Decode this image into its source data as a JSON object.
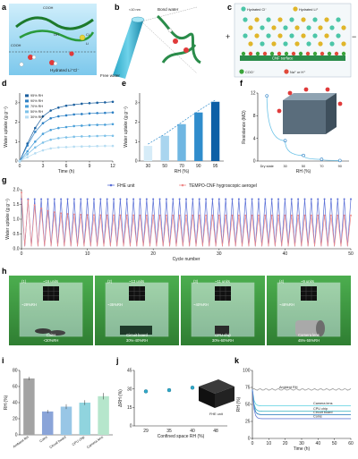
{
  "panel_labels": [
    "a",
    "b",
    "c",
    "d",
    "e",
    "f",
    "g",
    "h",
    "i",
    "j",
    "k"
  ],
  "panel_a": {
    "labels": [
      "COOH",
      "COOH",
      "OH",
      "Cl",
      "Li",
      "Hydrated Li⁺Cl⁻"
    ]
  },
  "panel_b": {
    "labels": [
      "<10 nm",
      "Bond water",
      "Free water"
    ]
  },
  "panel_c": {
    "legend": [
      "Hydrated Cl⁻",
      "Hydrated Li⁺",
      "COO⁻",
      "Na⁺ or H⁺"
    ],
    "surface_label": "CNF surface",
    "plus": "+",
    "minus": "−"
  },
  "panel_h": {
    "units": [
      "~16 units",
      "~13 units",
      "~11 units",
      "~9 units"
    ],
    "rh": [
      "~29%RH",
      "~35%RH",
      "~40%RH",
      "~48%RH"
    ],
    "numbers": [
      "(1)",
      "(2)",
      "(3)",
      "(4)"
    ],
    "captions": [
      [
        "Coins",
        "<30%RH"
      ],
      [
        "Circuit board",
        "30%-40%RH"
      ],
      [
        "CPU chip",
        "30%-60%RH"
      ],
      [
        "Camera lens",
        "45%-55%RH"
      ]
    ]
  },
  "panel_j": {
    "inset_label": "FHE unit"
  },
  "chart_data": [
    {
      "panel": "d",
      "type": "line",
      "xlabel": "Time (h)",
      "ylabel": "Water uptake (g g⁻¹)",
      "xlim": [
        0,
        12
      ],
      "ylim": [
        0,
        3.5
      ],
      "xticks": [
        "0",
        "3",
        "6",
        "9",
        "12"
      ],
      "yticks": [
        "0",
        "1",
        "2",
        "3"
      ],
      "series": [
        {
          "name": "95% RH",
          "color": "#1b5f9e",
          "x": [
            0,
            1,
            2,
            3,
            4,
            5,
            6,
            7,
            8,
            9,
            10,
            11,
            12
          ],
          "y": [
            0,
            0.9,
            1.7,
            2.3,
            2.6,
            2.75,
            2.85,
            2.9,
            2.95,
            2.98,
            3.0,
            3.02,
            3.05
          ]
        },
        {
          "name": "90% RH",
          "color": "#2b7fc4",
          "x": [
            0,
            1,
            2,
            3,
            4,
            5,
            6,
            7,
            8,
            9,
            10,
            11,
            12
          ],
          "y": [
            0,
            0.8,
            1.5,
            1.95,
            2.2,
            2.3,
            2.35,
            2.4,
            2.42,
            2.45,
            2.47,
            2.48,
            2.5
          ]
        },
        {
          "name": "70% RH",
          "color": "#4a9fd8",
          "x": [
            0,
            1,
            2,
            3,
            4,
            5,
            6,
            7,
            8,
            9,
            10,
            11,
            12
          ],
          "y": [
            0,
            0.5,
            1.0,
            1.4,
            1.6,
            1.7,
            1.75,
            1.8,
            1.82,
            1.85,
            1.86,
            1.87,
            1.9
          ]
        },
        {
          "name": "50% RH",
          "color": "#7cc0e8",
          "x": [
            0,
            1,
            2,
            3,
            4,
            5,
            6,
            7,
            8,
            9,
            10,
            11,
            12
          ],
          "y": [
            0,
            0.35,
            0.7,
            0.95,
            1.1,
            1.18,
            1.22,
            1.25,
            1.27,
            1.28,
            1.29,
            1.3,
            1.3
          ]
        },
        {
          "name": "30% RH",
          "color": "#b5dcf2",
          "x": [
            0,
            1,
            2,
            3,
            4,
            5,
            6,
            7,
            8,
            9,
            10,
            11,
            12
          ],
          "y": [
            0,
            0.2,
            0.4,
            0.55,
            0.65,
            0.7,
            0.72,
            0.74,
            0.75,
            0.76,
            0.77,
            0.78,
            0.78
          ]
        }
      ]
    },
    {
      "panel": "e",
      "type": "bar",
      "xlabel": "RH (%)",
      "ylabel": "Water uptake (g g⁻¹)",
      "categories": [
        "30",
        "50",
        "70",
        "90",
        "95"
      ],
      "values": [
        0.78,
        1.3,
        1.9,
        2.5,
        3.05
      ],
      "ylim": [
        0,
        3.5
      ],
      "yticks": [
        "0",
        "1",
        "2",
        "3"
      ],
      "colors": [
        "#d6ecf8",
        "#a9d5ef",
        "#6fb6e2",
        "#2f8ccc",
        "#0d5fa6"
      ]
    },
    {
      "panel": "f",
      "type": "scatter",
      "xlabel": "RH (%)",
      "ylabel": "Resistance (MΩ)",
      "categories": [
        "Dry state",
        "30",
        "50",
        "70",
        "90"
      ],
      "values": [
        11.5,
        3.6,
        1.0,
        0.3,
        0.1
      ],
      "ylim": [
        0,
        12
      ],
      "yticks": [
        "0",
        "4",
        "8",
        "12"
      ]
    },
    {
      "panel": "g",
      "type": "line",
      "xlabel": "Cycle number",
      "ylabel": "Water uptake (g g⁻¹)",
      "xlim": [
        0,
        50
      ],
      "ylim": [
        0,
        2.0
      ],
      "xticks": [
        "0",
        "10",
        "20",
        "30",
        "40",
        "50"
      ],
      "yticks": [
        "0.0",
        "0.5",
        "1.0",
        "1.5",
        "2.0"
      ],
      "series": [
        {
          "name": "FHE unit",
          "color": "#5a6fd6",
          "peak": 1.68,
          "trough": 0.08
        },
        {
          "name": "TEMPO-CNF hygroscopic aerogel",
          "color": "#ef8a8a",
          "peak_start": 1.9,
          "peak": 1.13,
          "trough": 0.08
        }
      ]
    },
    {
      "panel": "i",
      "type": "bar",
      "ylabel": "RH (%)",
      "categories": [
        "Ambient RH",
        "Coins",
        "Circuit board",
        "CPU chip",
        "Camera lens"
      ],
      "values": [
        70,
        29,
        35,
        40,
        48
      ],
      "errors": [
        2,
        2,
        3,
        3,
        4
      ],
      "ylim": [
        0,
        80
      ],
      "yticks": [
        "0",
        "20",
        "40",
        "60",
        "80"
      ],
      "colors": [
        "#a3a3a3",
        "#8aa4d8",
        "#98c6e6",
        "#90d4de",
        "#b6e6cc"
      ]
    },
    {
      "panel": "j",
      "type": "scatter",
      "xlabel": "Confined space RH (%)",
      "ylabel": "ΔRH (%)",
      "categories": [
        "29",
        "35",
        "40",
        "48"
      ],
      "values": [
        28,
        29,
        31,
        28
      ],
      "errors": [
        1.2,
        1.0,
        1.2,
        1.0
      ],
      "ylim": [
        0,
        45
      ],
      "yticks": [
        "0",
        "15",
        "30",
        "45"
      ]
    },
    {
      "panel": "k",
      "type": "line",
      "xlabel": "Time (h)",
      "ylabel": "RH (%)",
      "xlim": [
        0,
        60
      ],
      "ylim": [
        0,
        100
      ],
      "xticks": [
        "0",
        "10",
        "20",
        "30",
        "40",
        "50",
        "60"
      ],
      "yticks": [
        "0",
        "25",
        "50",
        "75",
        "100"
      ],
      "series": [
        {
          "name": "Ambient RH",
          "color": "#9a9a9a",
          "start": 72,
          "level": 72
        },
        {
          "name": "Camera lens",
          "color": "#5bd0e0",
          "start": 72,
          "level": 48
        },
        {
          "name": "CPU chip",
          "color": "#3ab4c4",
          "start": 72,
          "level": 40
        },
        {
          "name": "Circuit board",
          "color": "#1d74b8",
          "start": 72,
          "level": 35
        },
        {
          "name": "Coins",
          "color": "#6a7fd6",
          "start": 72,
          "level": 29
        }
      ]
    }
  ]
}
